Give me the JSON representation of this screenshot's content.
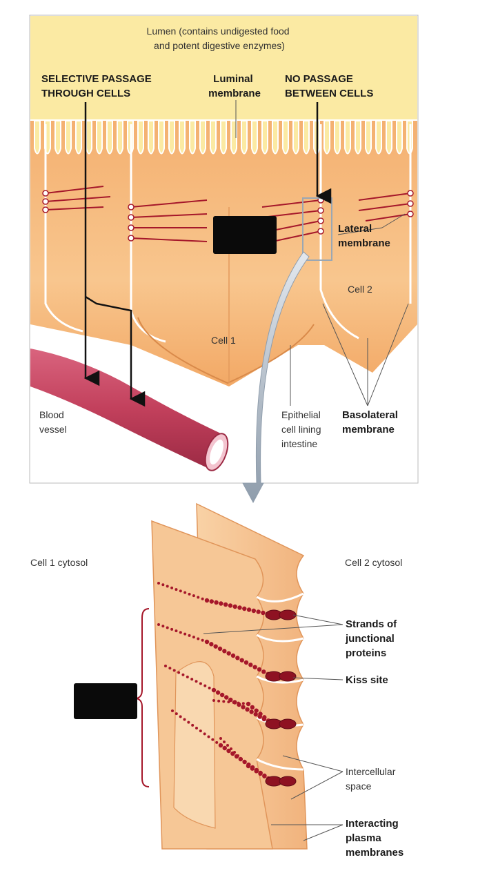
{
  "top_panel": {
    "lumen": [
      "Lumen (contains undigested food",
      "and potent digestive enzymes)"
    ],
    "selective_passage": [
      "SELECTIVE PASSAGE",
      "THROUGH CELLS"
    ],
    "luminal_membrane": [
      "Luminal",
      "membrane"
    ],
    "no_passage": [
      "NO PASSAGE",
      "BETWEEN CELLS"
    ],
    "lateral_membrane": [
      "Lateral",
      "membrane"
    ],
    "cell_1": "Cell 1",
    "cell_2": "Cell 2",
    "blood_vessel": [
      "Blood",
      "vessel"
    ],
    "epithelial": [
      "Epithelial",
      "cell lining",
      "intestine"
    ],
    "basolateral": [
      "Basolateral",
      "membrane"
    ]
  },
  "bottom_panel": {
    "cell1_cytosol": "Cell 1 cytosol",
    "cell2_cytosol": "Cell 2 cytosol",
    "strands": [
      "Strands of",
      "junctional",
      "proteins"
    ],
    "kiss_site": "Kiss site",
    "intercellular": [
      "Intercellular",
      "space"
    ],
    "interacting": [
      "Interacting",
      "plasma",
      "membranes"
    ]
  },
  "colors": {
    "lumen_bg": "#fbeaa3",
    "cell_fill": "#f2a865",
    "cell_light": "#f9cf9c",
    "junction": "#a5172a",
    "vessel": "#c2405c",
    "arrow_grey": "#9aa7b4"
  }
}
